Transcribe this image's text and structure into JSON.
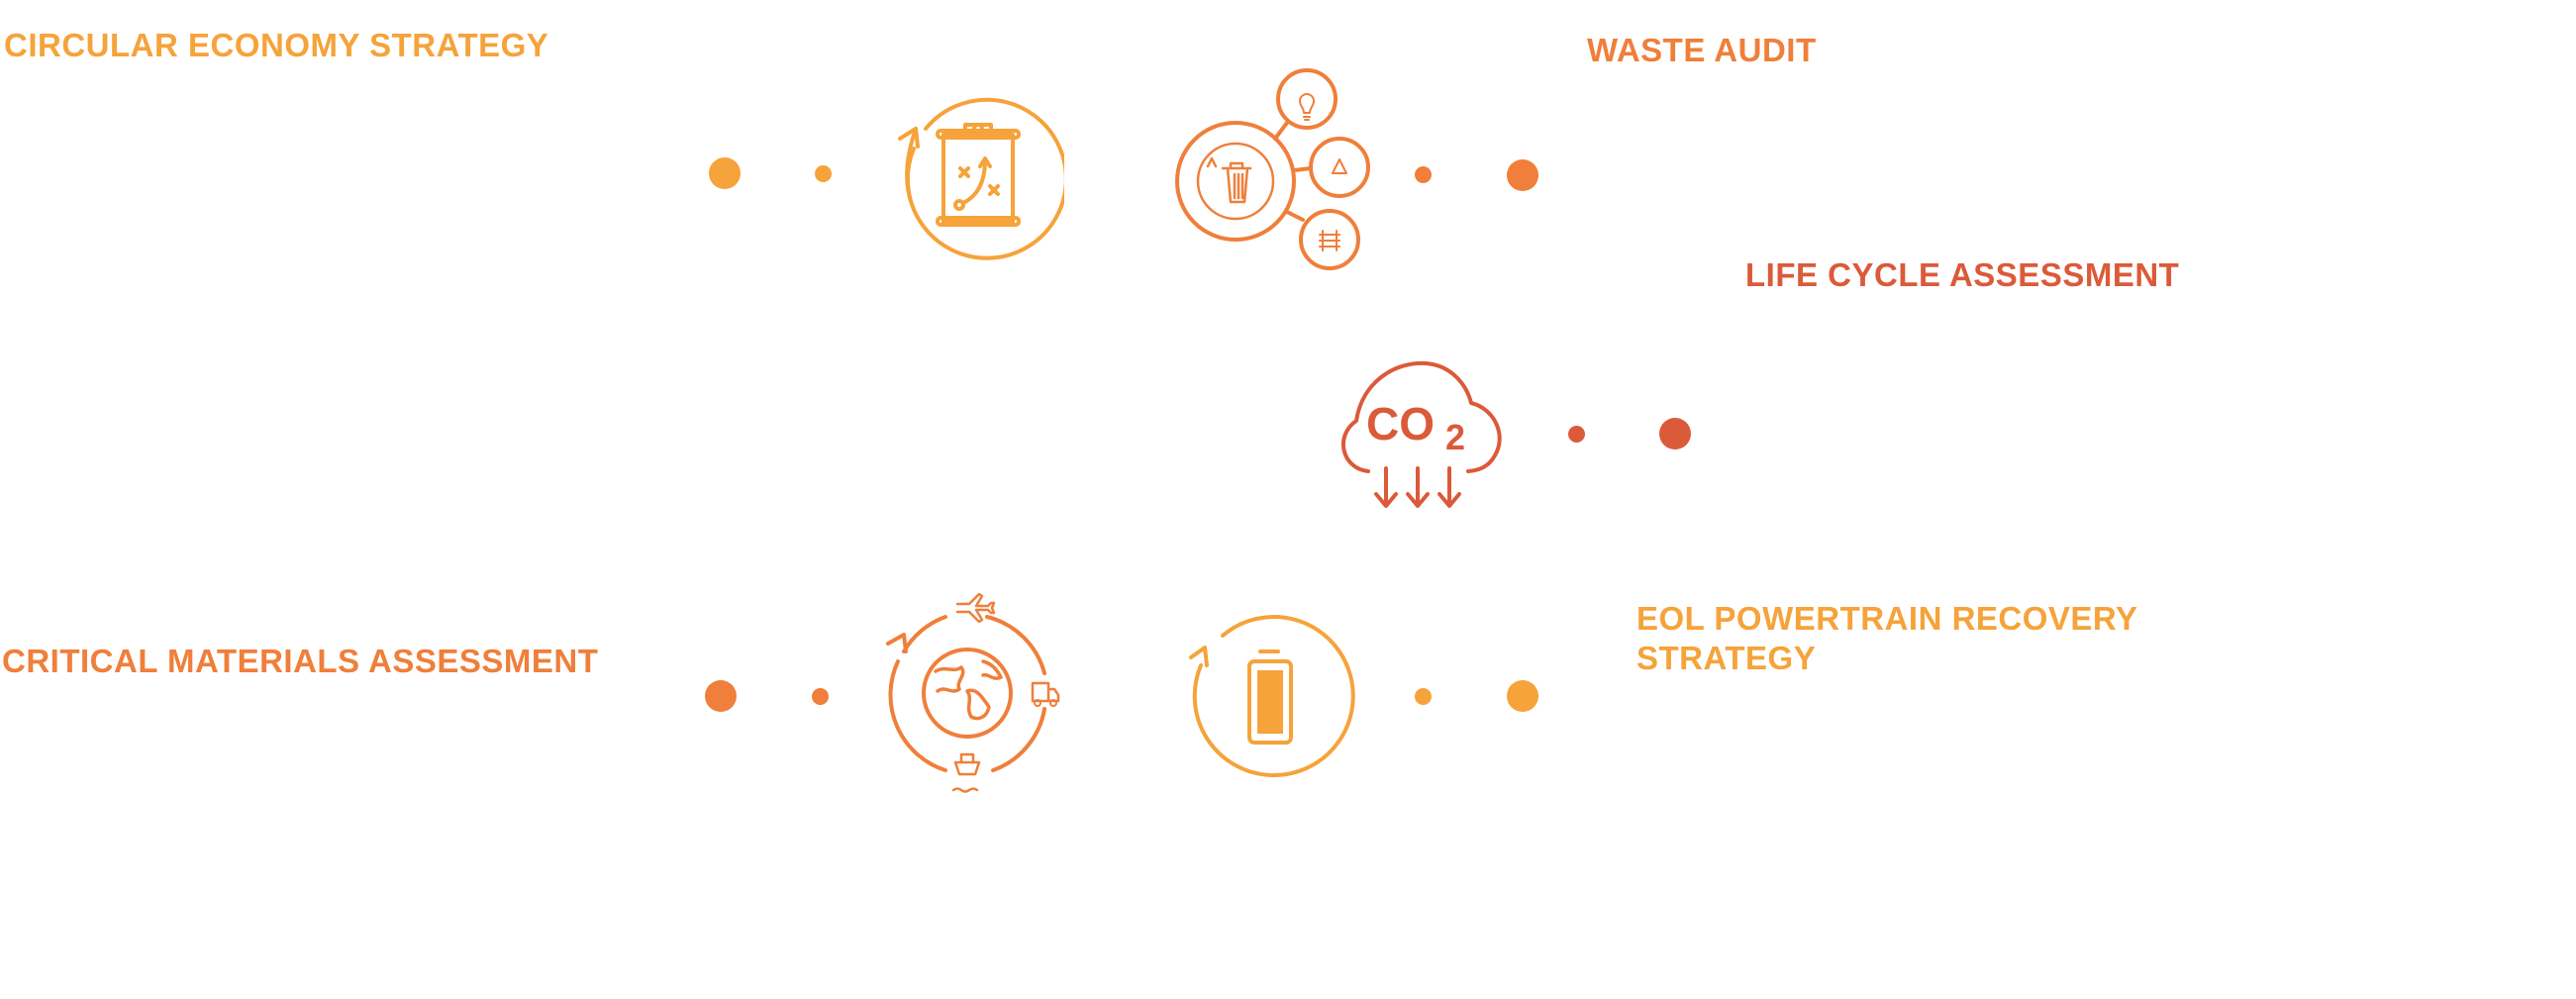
{
  "colors": {
    "yellow": "#F5A33A",
    "orange": "#EF7F3A",
    "red": "#DB5A3A"
  },
  "items": [
    {
      "title": "CIRCULAR ECONOMY STRATEGY",
      "icon": "strategy-scroll-icon"
    },
    {
      "title": "WASTE AUDIT",
      "icon": "waste-bin-network-icon"
    },
    {
      "title": "LIFE CYCLE ASSESSMENT",
      "icon": "co2-cloud-icon",
      "icon_text": "CO",
      "icon_sub": "2"
    },
    {
      "title": "CRITICAL MATERIALS ASSESSMENT",
      "icon": "global-logistics-icon"
    },
    {
      "title_line1": "EOL POWERTRAIN RECOVERY",
      "title_line2": "STRATEGY",
      "icon": "battery-recycle-icon"
    }
  ]
}
